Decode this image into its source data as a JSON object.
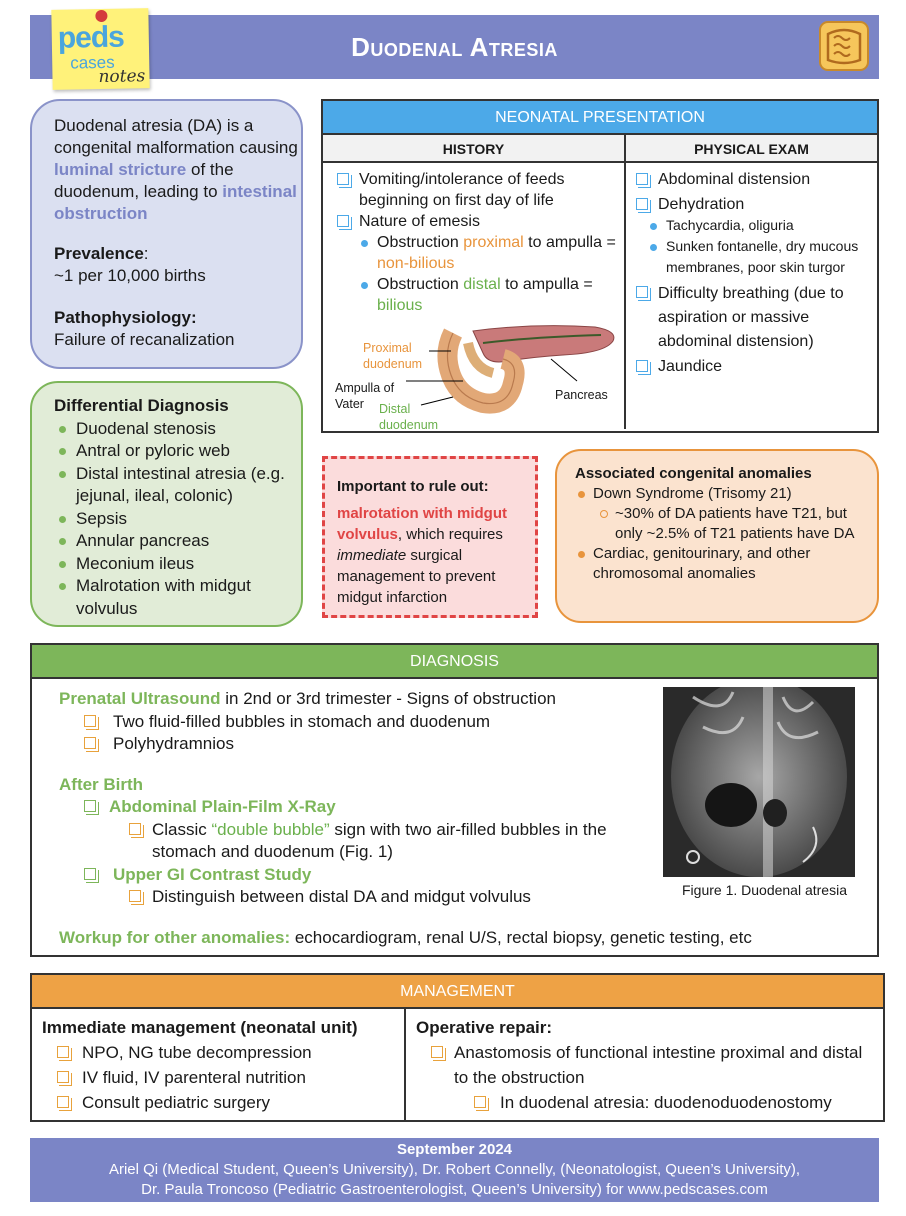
{
  "header": {
    "title": "Duodenal Atresia",
    "logo_line1": "peds",
    "logo_line2": "cases",
    "logo_line3": "notes",
    "brand_color": "#7b85c6"
  },
  "intro": {
    "line1": "Duodenal atresia (DA) is a congenital malformation causing ",
    "hl1": "luminal stricture",
    "line2": " of the duodenum, leading to ",
    "hl2": "intestinal obstruction",
    "prevalence_label": "Prevalence",
    "prevalence_colon": ":",
    "prevalence_value": "~1 per 10,000 births",
    "patho_label": "Pathophysiology:",
    "patho_value": "Failure of recanalization"
  },
  "neonatal": {
    "heading": "NEONATAL PRESENTATION",
    "history_header": "HISTORY",
    "exam_header": "PHYSICAL EXAM",
    "history": {
      "item1": "Vomiting/intolerance of feeds beginning on first day of life",
      "item2": "Nature of emesis",
      "sub1_a": "Obstruction ",
      "sub1_b": "proximal",
      "sub1_c": " to ampulla = ",
      "sub1_d": "non-bilious",
      "sub2_a": "Obstruction ",
      "sub2_b": "distal",
      "sub2_c": " to ampulla = ",
      "sub2_d": "bilious"
    },
    "figure_labels": {
      "proximal": "Proximal duodenum",
      "ampulla": "Ampulla of Vater",
      "distal": "Distal duodenum",
      "pancreas": "Pancreas"
    },
    "exam": {
      "item1": "Abdominal distension",
      "item2": "Dehydration",
      "sub1": "Tachycardia, oliguria",
      "sub2": "Sunken fontanelle, dry mucous membranes, poor skin turgor",
      "item3": "Difficulty breathing (due to aspiration or massive abdominal distension)",
      "item4": "Jaundice"
    }
  },
  "differential": {
    "title": "Differential Diagnosis",
    "items": [
      "Duodenal stenosis",
      "Antral or pyloric web",
      "Distal intestinal atresia (e.g. jejunal, ileal, colonic)",
      "Sepsis",
      "Annular pancreas",
      "Meconium ileus",
      "Malrotation with midgut volvulus"
    ]
  },
  "rule_out": {
    "title": "Important to rule out:",
    "red": "malrotation with midgut volvulus",
    "text1": ", which requires ",
    "italic": "immediate",
    "text2": " surgical management to prevent midgut infarction"
  },
  "associated": {
    "title": "Associated congenital anomalies",
    "item1": "Down Syndrome (Trisomy 21)",
    "sub1": "~30% of DA patients have T21, but only ~2.5% of T21 patients have DA",
    "item2": "Cardiac, genitourinary, and other chromosomal anomalies"
  },
  "diagnosis": {
    "heading": "DIAGNOSIS",
    "prenatal_label": "Prenatal Ultrasound",
    "prenatal_text": " in 2nd or 3rd trimester - Signs of obstruction",
    "prenatal_items": [
      "Two fluid-filled bubbles in stomach and duodenum",
      "Polyhydramnios"
    ],
    "after_birth": "After Birth",
    "xray_label": "Abdominal Plain-Film X-Ray",
    "xray_text_a": "Classic ",
    "xray_text_hl": "“double bubble”",
    "xray_text_b": " sign with two air-filled bubbles in the stomach and duodenum (Fig. 1)",
    "ugi_label": "Upper GI Contrast Study",
    "ugi_text": "Distinguish between distal DA and midgut volvulus",
    "workup_label": "Workup for other anomalies:",
    "workup_text": " echocardiogram, renal U/S, rectal biopsy, genetic testing, etc",
    "figure_caption": "Figure 1. Duodenal atresia"
  },
  "management": {
    "heading": "MANAGEMENT",
    "left_title": "Immediate management (neonatal unit)",
    "left_items": [
      "NPO, NG tube decompression",
      "IV fluid, IV parenteral nutrition",
      "Consult pediatric surgery"
    ],
    "right_title": "Operative repair:",
    "right_item": "Anastomosis of functional intestine proximal and distal to the obstruction",
    "right_sub": "In duodenal atresia: duodenoduodenostomy"
  },
  "footer": {
    "date": "September 2024",
    "line1": "Ariel Qi (Medical Student, Queen’s University), Dr. Robert Connelly, (Neonatologist, Queen’s University),",
    "line2": "Dr. Paula Troncoso (Pediatric Gastroenterologist, Queen’s University) for www.pedscases.com"
  }
}
